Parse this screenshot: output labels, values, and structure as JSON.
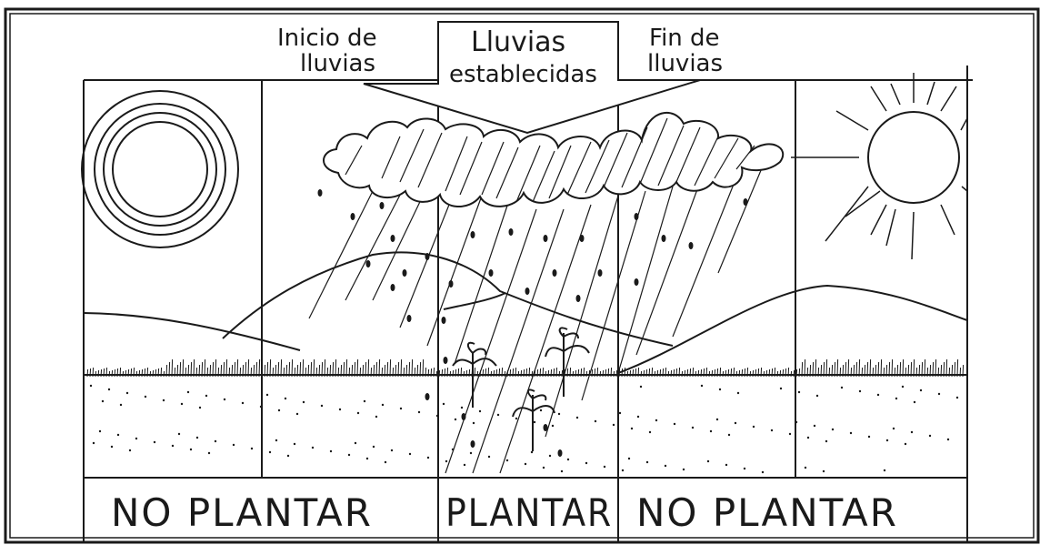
{
  "header": {
    "inicio_line1": "Inicio de",
    "inicio_line2": "lluvias",
    "establecidas_line1": "Lluvias",
    "establecidas_line2": "establecidas",
    "fin_line1": "Fin de",
    "fin_line2": "lluvias"
  },
  "footer": {
    "left_label": "NO PLANTAR",
    "center_label": "PLANTAR",
    "right_label": "NO PLANTAR"
  },
  "colors": {
    "ink": "#1a1a1a",
    "paper": "#ffffff"
  },
  "icons": [
    "hazy-sun-icon",
    "cloud-icon",
    "rain-icon",
    "bright-sun-icon",
    "seedling-icon"
  ]
}
